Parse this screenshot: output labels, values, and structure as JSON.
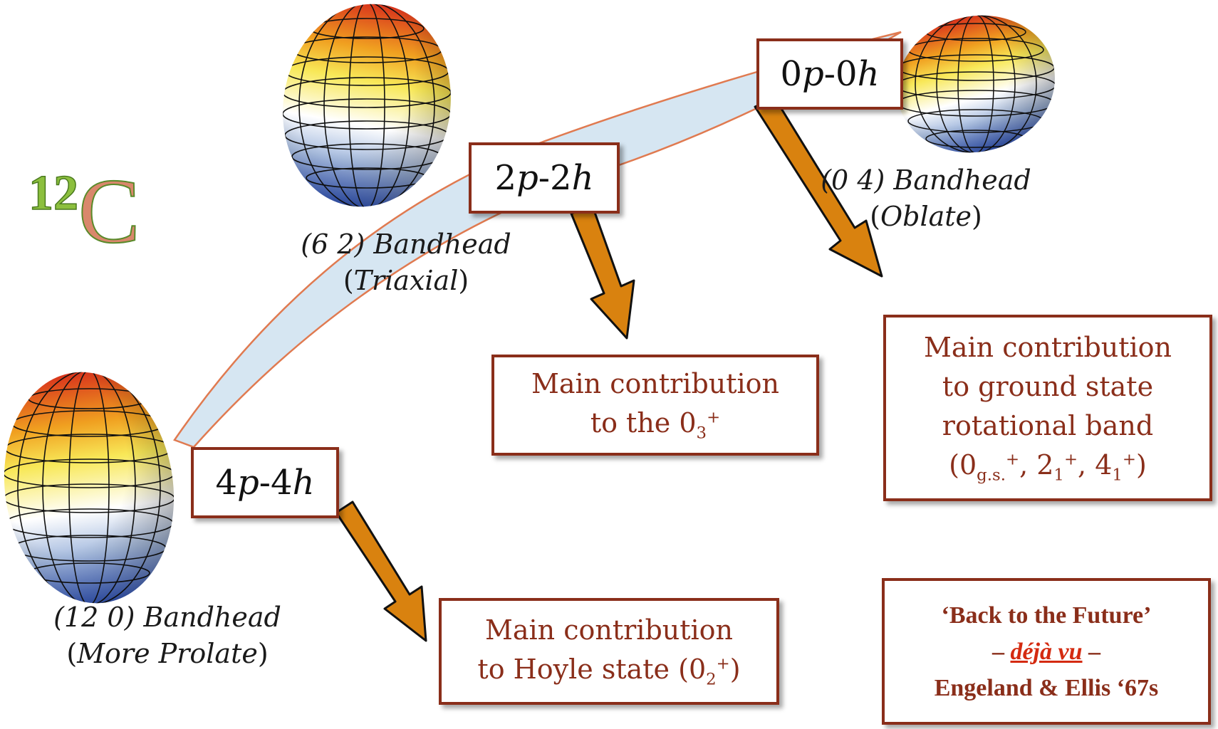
{
  "nucleus": {
    "mass_number": "12",
    "symbol": "C"
  },
  "configurations": {
    "c0": {
      "num1": "0",
      "p": "p",
      "dash": "-",
      "num2": "0",
      "h": "h"
    },
    "c2": {
      "num1": "2",
      "p": "p",
      "dash": "-",
      "num2": "2",
      "h": "h"
    },
    "c4": {
      "num1": "4",
      "p": "p",
      "dash": "-",
      "num2": "4",
      "h": "h"
    }
  },
  "bandheads": {
    "oblate": {
      "label": "(0 4)",
      "word": "Bandhead",
      "shape": "Oblate"
    },
    "triaxial": {
      "label": "(6 2)",
      "word": "Bandhead",
      "shape": "Triaxial"
    },
    "prolate": {
      "label": "(12 0)",
      "word": "Bandhead",
      "shape": "More Prolate"
    }
  },
  "contributions": {
    "second": {
      "line1": "Main contribution",
      "line2": "to the 0",
      "sub": "3",
      "sup": "+"
    },
    "ground": {
      "line1": "Main contribution",
      "line2": "to ground state",
      "line3": "rotational band",
      "l4_open": "(0",
      "l4_sub1": "g.s.",
      "l4_sup1": "+",
      "l4_mid1": ", 2",
      "l4_sub2": "1",
      "l4_sup2": "+",
      "l4_mid2": ", 4",
      "l4_sub3": "1",
      "l4_sup3": "+",
      "l4_close": ")"
    },
    "hoyle": {
      "line1": "Main contribution",
      "line2": "to Hoyle state (0",
      "sub": "2",
      "sup": "+",
      "close": ")"
    }
  },
  "quote": {
    "line1": "‘Back to the Future’",
    "dash1": "– ",
    "deja": "déjà vu",
    "dash2": " –",
    "line3": "Engeland & Ellis ‘67s"
  },
  "colors": {
    "band_fill": "#d6e6f2",
    "band_edge": "#e07a50",
    "arrow_fill": "#d9820f",
    "box_border": "#8a2e1a",
    "text_red": "#8a2e1a",
    "nucleus_green": "#8cbf3e"
  }
}
